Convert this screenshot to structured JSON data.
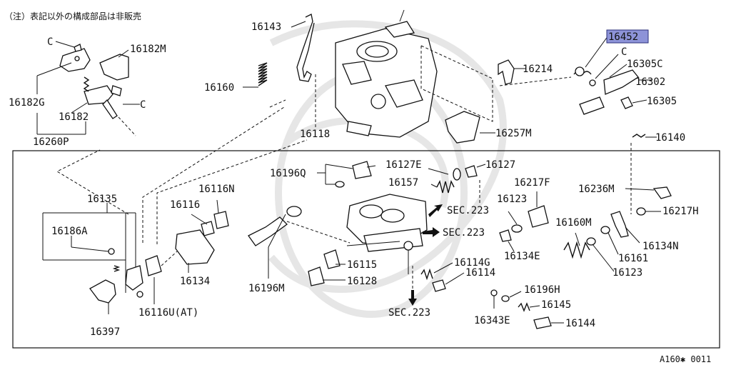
{
  "note": "（注）表記以外の構成部品は非販売",
  "image_code": "A160✱ 0011",
  "highlight_color": "#8d93d8",
  "labels": {
    "c1": "C",
    "p16182M": "16182M",
    "p16182G": "16182G",
    "p16182": "16182",
    "c2": "C",
    "p16260P": "16260P",
    "p16143": "16143",
    "p16160": "16160",
    "p16452": "16452",
    "c3": "C",
    "p16214": "16214",
    "p16305C": "16305C",
    "p16302": "16302",
    "p16305": "16305",
    "p16257M": "16257M",
    "p16118": "16118",
    "p16140": "16140",
    "p16127E": "16127E",
    "p16127": "16127",
    "p16196Q": "16196Q",
    "p16157": "16157",
    "p16217F": "16217F",
    "p16236M": "16236M",
    "p16116N": "16116N",
    "p16135": "16135",
    "p16123a": "16123",
    "p16217H": "16217H",
    "p16116": "16116",
    "p16186A": "16186A",
    "p16160M": "16160M",
    "p16134N": "16134N",
    "p16134E": "16134E",
    "p16161": "16161",
    "p16115": "16115",
    "p16114G": "16114G",
    "p16123b": "16123",
    "p16134": "16134",
    "p16114": "16114",
    "p16128": "16128",
    "p16196M": "16196M",
    "p16196H": "16196H",
    "p16145": "16145",
    "p16116U": "16116U(AT)",
    "p16343E": "16343E",
    "p16144": "16144",
    "p16397": "16397"
  },
  "sec_refs": {
    "s1": "SEC.223",
    "s2": "SEC.223",
    "s3": "SEC.223"
  }
}
